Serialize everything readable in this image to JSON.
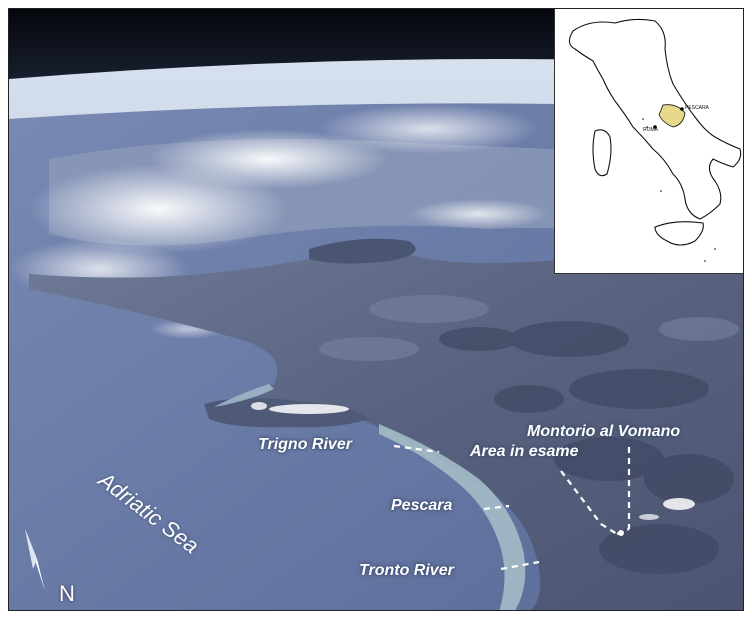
{
  "labels": {
    "trigno": "Trigno River",
    "montorio": "Montorio al Vomano",
    "area": "Area in esame",
    "pescara": "Pescara",
    "tronto": "Tronto River",
    "sea": "Adriatic Sea",
    "north": "N"
  },
  "inset": {
    "pescara": "PESCARA",
    "roma": "ROMA"
  },
  "colors": {
    "highlight_region": "#e8d98a",
    "leader_line": "#ffffff"
  }
}
